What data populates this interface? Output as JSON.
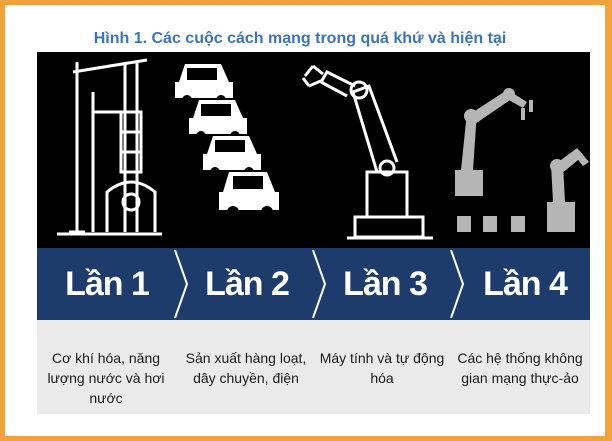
{
  "caption": "Hình 1. Các cuộc cách mạng trong quá khứ và hiện tại",
  "colors": {
    "border": "#f0a23c",
    "caption": "#3b74ba",
    "band": "#1d3c6b",
    "panel": "#eaeaea",
    "robot_gray": "#b5b5b5"
  },
  "stages": [
    {
      "title": "Lần 1",
      "description": "Cơ khí hóa, năng lượng nước và hơi nước",
      "icon": "steam-pump-icon"
    },
    {
      "title": "Lần 2",
      "description": "Sản xuất hàng loạt, dây chuyền, điện",
      "icon": "car-assembly-line-icon"
    },
    {
      "title": "Lần 3",
      "description": "Máy tính và tự động hóa",
      "icon": "robot-arm-icon"
    },
    {
      "title": "Lần 4",
      "description": "Các hệ thống không gian mạng thực-ảo",
      "icon": "cyber-physical-robots-icon"
    }
  ]
}
